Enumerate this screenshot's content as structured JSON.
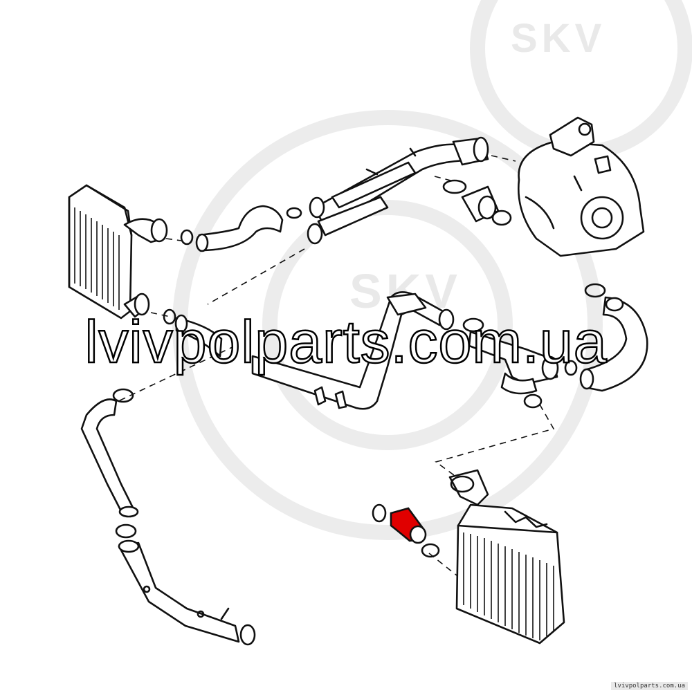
{
  "watermark": {
    "brand_top": "SKV",
    "brand_middle": "SKV",
    "overlay_text": "lvivpolparts.com.ua",
    "corner_text": "lvivpolparts.com.ua"
  },
  "colors": {
    "highlight": "#e00000",
    "line": "#111111",
    "watermark": "#e9e9e9"
  }
}
